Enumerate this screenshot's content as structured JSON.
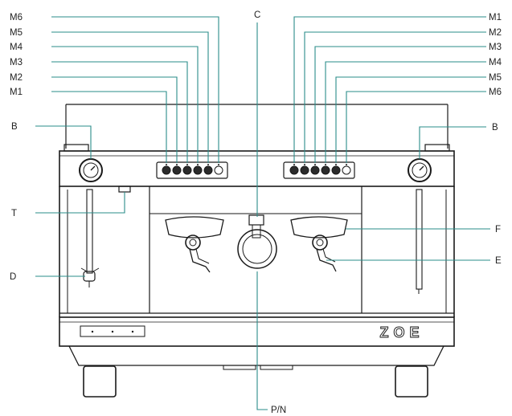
{
  "diagram": {
    "logo_text": "ZOE",
    "labels": {
      "left_buttons": [
        "M6",
        "M5",
        "M4",
        "M3",
        "M2",
        "M1"
      ],
      "right_buttons": [
        "M1",
        "M2",
        "M3",
        "M4",
        "M5",
        "M6"
      ],
      "center_top": "C",
      "pressure_gauge_left": "B",
      "pressure_gauge_right": "B",
      "tap": "T",
      "drain_handle": "D",
      "filter_holder": "F",
      "group_handle": "E",
      "product_number": "P/N"
    },
    "colors": {
      "leader": "#2a8c8a",
      "machine_line": "#1a1a1a"
    }
  }
}
